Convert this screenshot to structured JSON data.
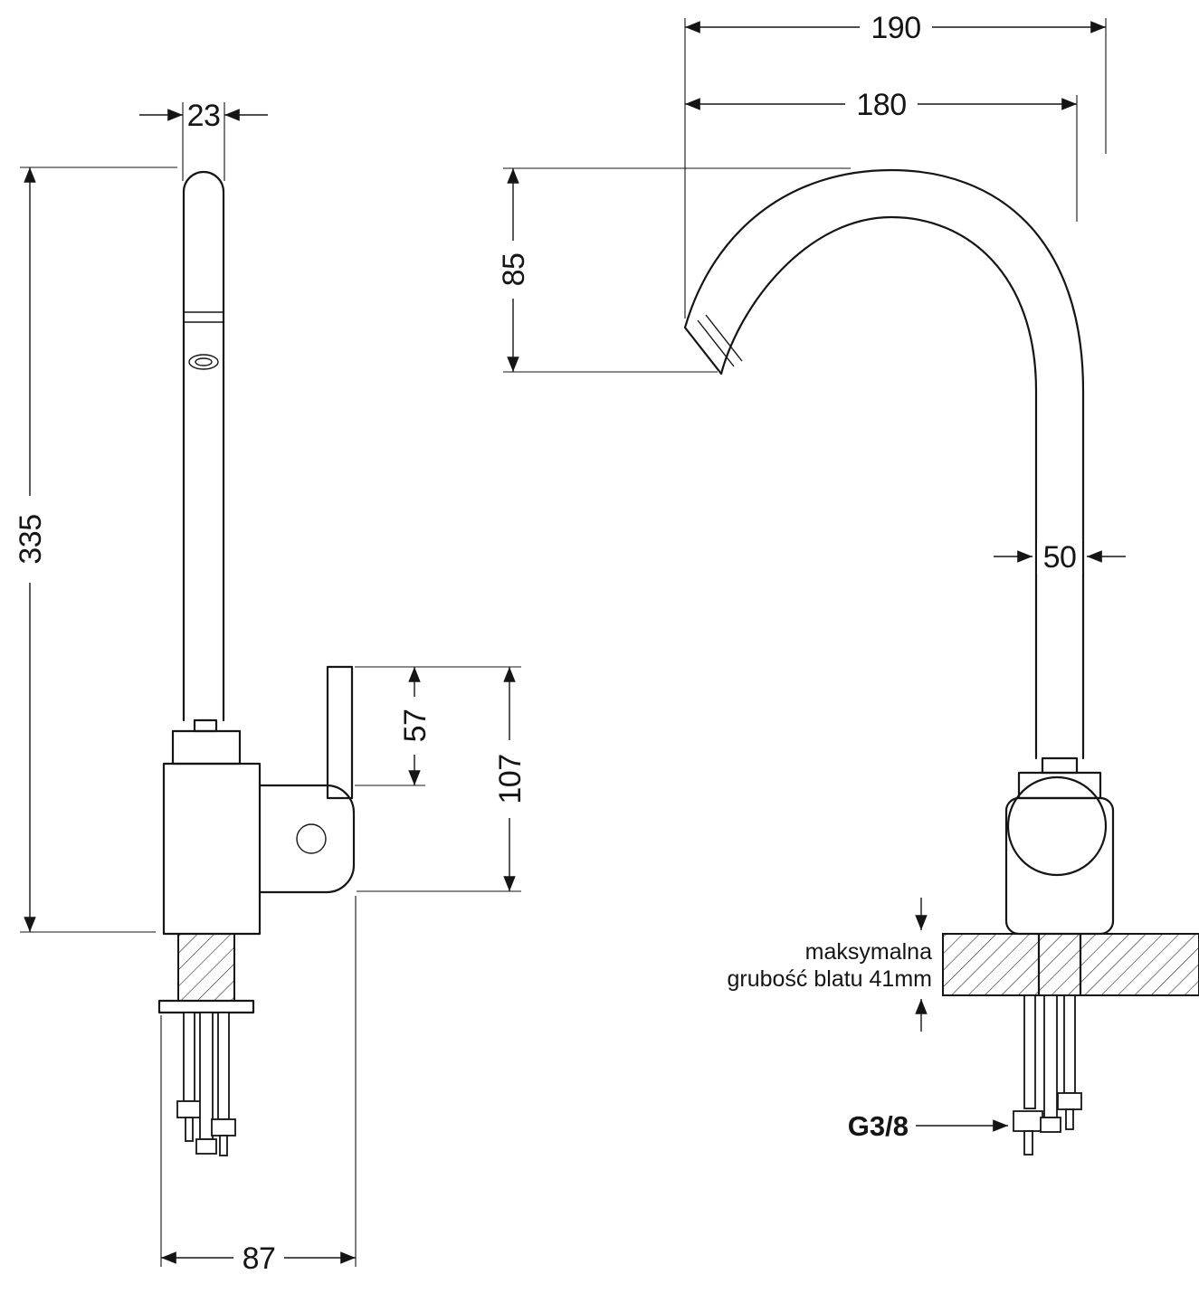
{
  "diagram": {
    "side_view": {
      "dim_spout_diameter": "23",
      "dim_total_height": "335",
      "dim_lever_height": "57",
      "dim_body_height": "107",
      "dim_base_depth": "87"
    },
    "front_view": {
      "dim_overall_reach": "190",
      "dim_spout_reach": "180",
      "dim_spout_drop": "85",
      "dim_pipe_width": "50",
      "note_line1": "maksymalna",
      "note_line2": "grubość blatu 41mm",
      "thread_label": "G3/8"
    }
  }
}
